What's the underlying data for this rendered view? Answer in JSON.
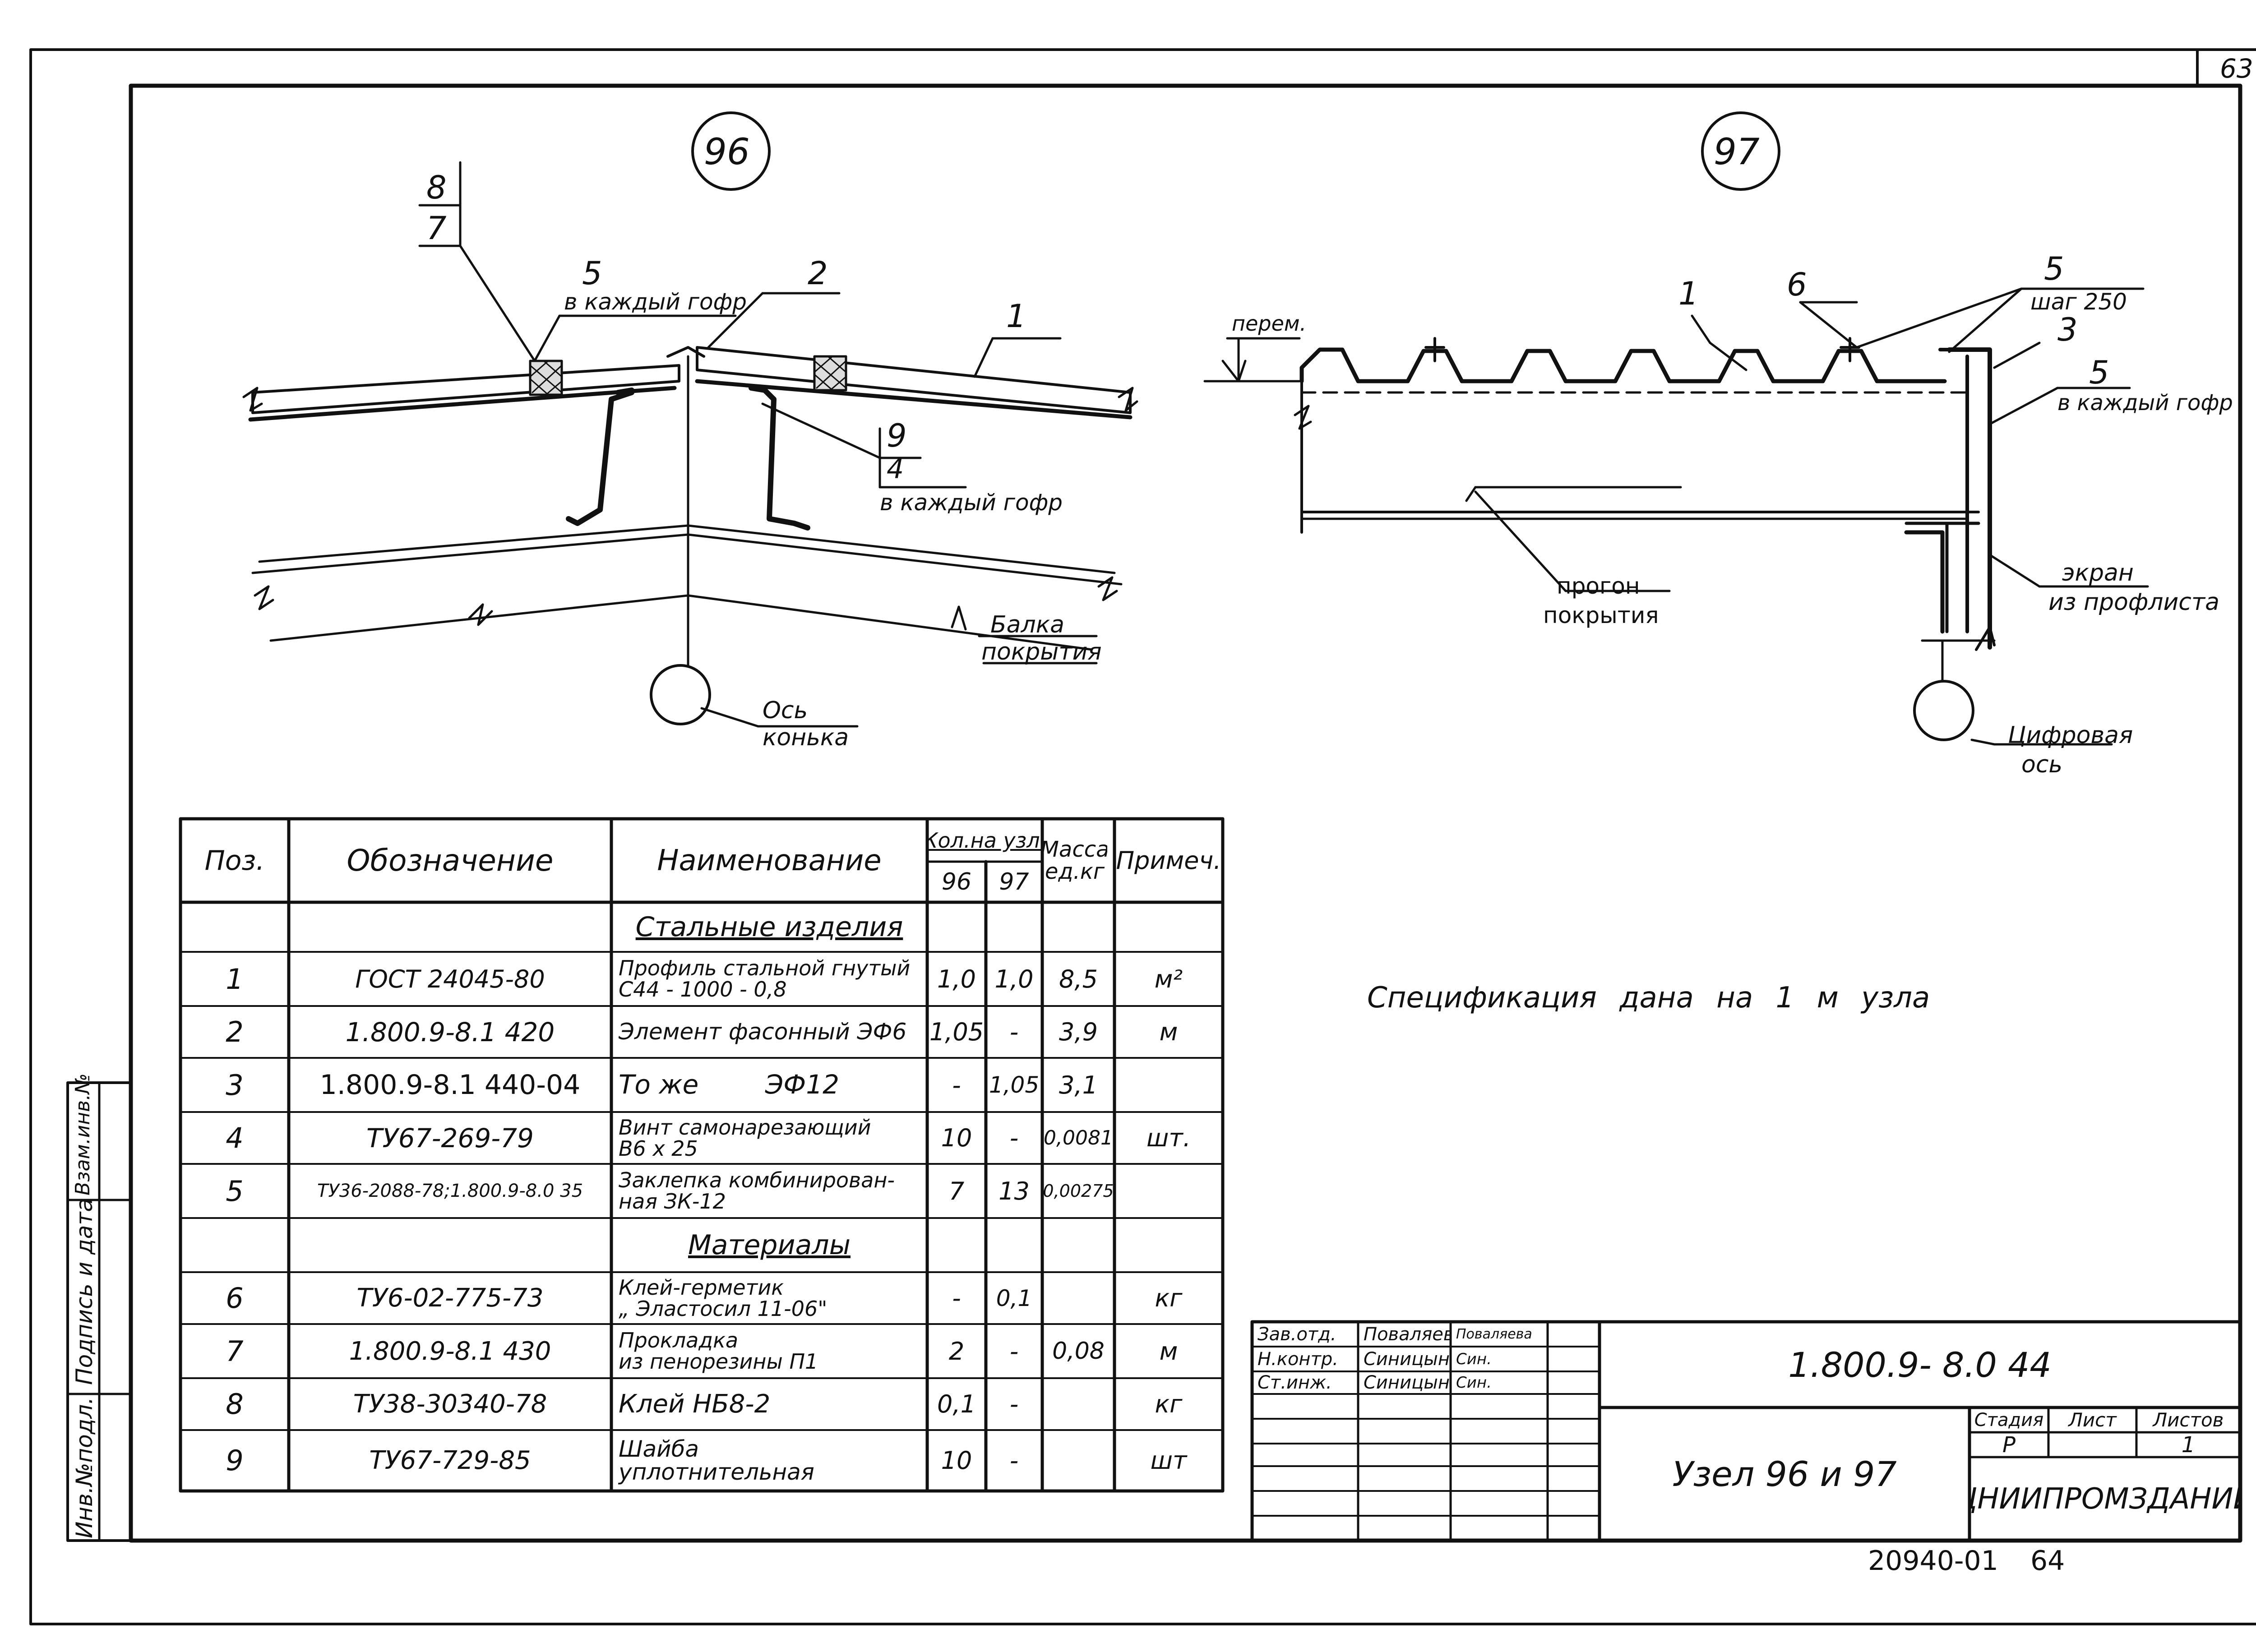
{
  "sheet": {
    "sheet_corner_number": "63",
    "archive_number": "20940-01",
    "archive_page": "64",
    "side_stamp": [
      "Инв.№подл.",
      "Подпись и дата",
      "Взам.инв.№"
    ]
  },
  "detail_96": {
    "marker": "96",
    "leader_8_7": [
      "8",
      "7"
    ],
    "label_5": "5",
    "label_5_text": "в каждый гофр",
    "label_2": "2",
    "label_1": "1",
    "leader_9_4": [
      "9",
      "4"
    ],
    "label_9_4_text": "в каждый гофр",
    "beam_label": [
      "Балка",
      "покрытия"
    ],
    "axis_label": [
      "Ось",
      "конька"
    ]
  },
  "detail_97": {
    "marker": "97",
    "perem_label": "перем.",
    "label_1": "1",
    "label_6": "6",
    "label_5_top": "5",
    "label_step": "шаг 250",
    "label_3": "3",
    "label_5_right": "5",
    "label_5_right_text": "в каждый гофр",
    "purlin_label": [
      "прогон",
      "покрытия"
    ],
    "screen_label": [
      "экран",
      "из профлиста"
    ],
    "axis_label": [
      "Цифровая",
      "ось"
    ]
  },
  "spec_note": "Спецификация дана на 1 м узла",
  "spec_table": {
    "headers": {
      "pos": "Поз.",
      "designation": "Обозначение",
      "name": "Наименование",
      "qty": "Кол.на узл.",
      "qty_96": "96",
      "qty_97": "97",
      "mass": [
        "Масса",
        "ед.кг"
      ],
      "note": "Примеч."
    },
    "section_steel": "Стальные изделия",
    "section_materials": "Материалы",
    "rows": [
      {
        "pos": "1",
        "designation": "ГОСТ 24045-80",
        "name": [
          "Профиль стальной гнутый",
          "С44 - 1000 - 0,8"
        ],
        "q96": "1,0",
        "q97": "1,0",
        "mass": "8,5",
        "note": "м²"
      },
      {
        "pos": "2",
        "designation": "1.800.9-8.1 420",
        "name": [
          "Элемент фасонный ЭФ6"
        ],
        "q96": "1,05",
        "q97": "-",
        "mass": "3,9",
        "note": "м"
      },
      {
        "pos": "3",
        "designation": "1.800.9-8.1 440-04",
        "name": [
          "То же        ЭФ12"
        ],
        "q96": "-",
        "q97": "1,05",
        "mass": "3,1",
        "note": ""
      },
      {
        "pos": "4",
        "designation": "ТУ67-269-79",
        "name": [
          "Винт самонарезающий",
          "В6 х 25"
        ],
        "q96": "10",
        "q97": "-",
        "mass": "0,0081",
        "note": "шт."
      },
      {
        "pos": "5",
        "designation": "ТУ36-2088-78;1.800.9-8.0 35",
        "name": [
          "Заклепка комбинирован-",
          "ная ЗК-12"
        ],
        "q96": "7",
        "q97": "13",
        "mass": "0,00275",
        "note": ""
      },
      {
        "pos": "6",
        "designation": "ТУ6-02-775-73",
        "name": [
          "Клей-герметик",
          "„ Эластосил 11-06\""
        ],
        "q96": "-",
        "q97": "0,1",
        "mass": "",
        "note": "кг"
      },
      {
        "pos": "7",
        "designation": "1.800.9-8.1 430",
        "name": [
          "Прокладка",
          "из пенорезины П1"
        ],
        "q96": "2",
        "q97": "-",
        "mass": "0,08",
        "note": "м"
      },
      {
        "pos": "8",
        "designation": "ТУ38-30340-78",
        "name": [
          "Клей НБ8-2"
        ],
        "q96": "0,1",
        "q97": "-",
        "mass": "",
        "note": "кг"
      },
      {
        "pos": "9",
        "designation": "ТУ67-729-85",
        "name": [
          "Шайба",
          "уплотнительная"
        ],
        "q96": "10",
        "q97": "-",
        "mass": "",
        "note": "шт"
      }
    ]
  },
  "title_block": {
    "roles": [
      {
        "role": "Зав.отд.",
        "name": "Поваляева",
        "sign": "Поваляева"
      },
      {
        "role": "Н.контр.",
        "name": "Синицына",
        "sign": "Син."
      },
      {
        "role": "Ст.инж.",
        "name": "Синицына",
        "sign": "Син."
      }
    ],
    "code": "1.800.9- 8.0 44",
    "title": "Узел 96 и 97",
    "stage_header": "Стадия",
    "sheet_header": "Лист",
    "sheets_header": "Листов",
    "stage": "Р",
    "sheet": "",
    "sheets": "1",
    "organization": "ЦНИИПРОМЗДАНИЙ"
  }
}
